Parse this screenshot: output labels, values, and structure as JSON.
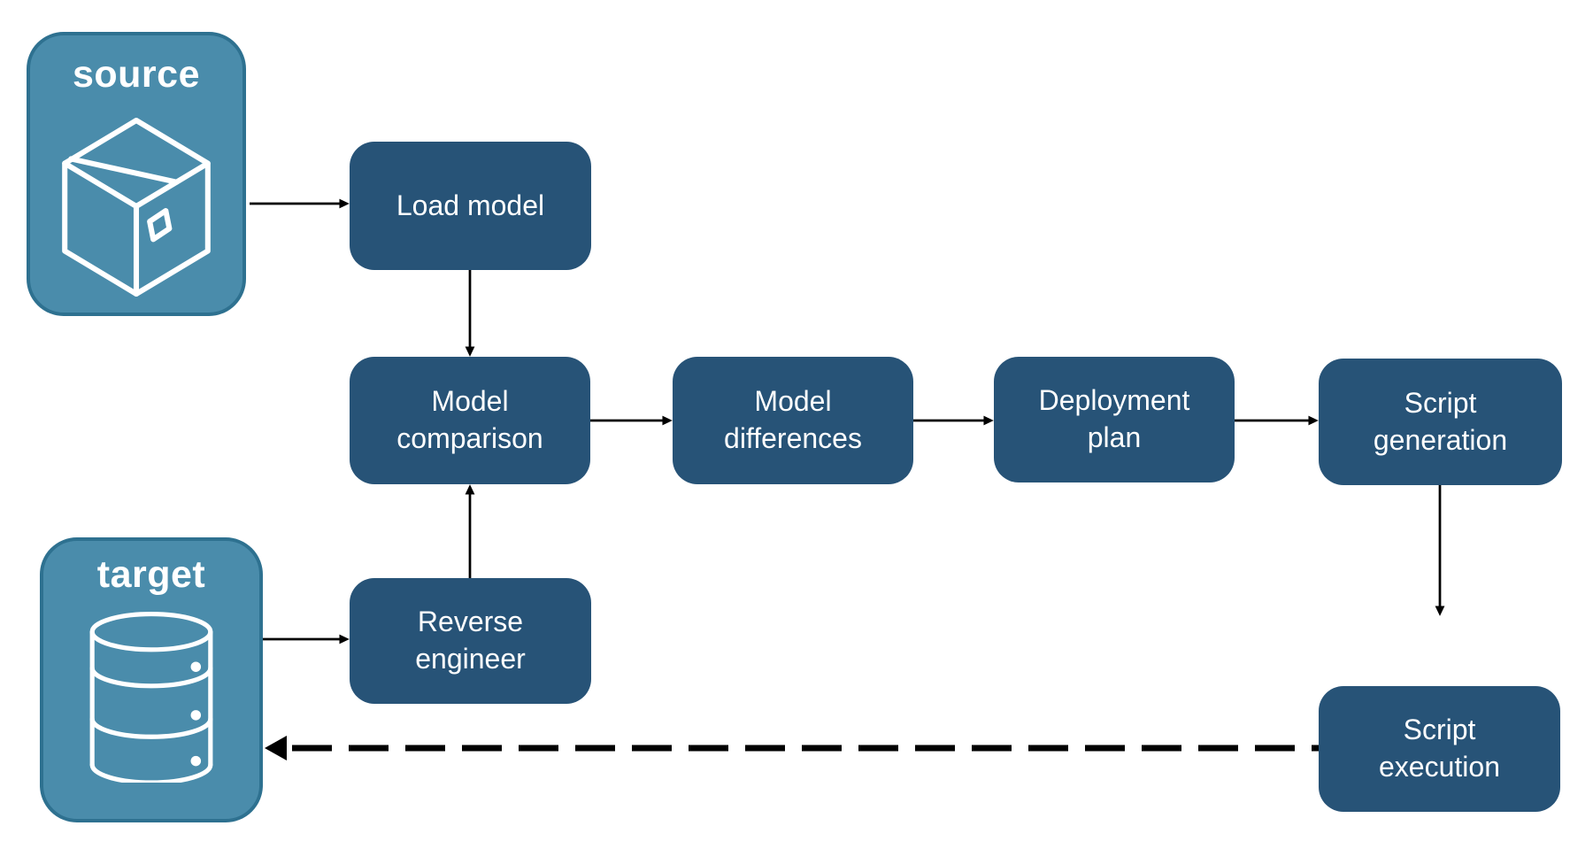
{
  "diagram": {
    "nodes": {
      "source": {
        "label": "source",
        "icon": "package-icon"
      },
      "target": {
        "label": "target",
        "icon": "database-icon"
      },
      "load_model": {
        "label": "Load model"
      },
      "model_comparison": {
        "label": "Model comparison"
      },
      "model_differences": {
        "label": "Model differences"
      },
      "deployment_plan": {
        "label": "Deployment plan"
      },
      "script_generation": {
        "label": "Script generation"
      },
      "script_execution": {
        "label": "Script execution"
      },
      "reverse_engineer": {
        "label": "Reverse engineer"
      }
    },
    "edges": [
      {
        "from": "source",
        "to": "load_model",
        "style": "solid"
      },
      {
        "from": "load_model",
        "to": "model_comparison",
        "style": "solid"
      },
      {
        "from": "target",
        "to": "reverse_engineer",
        "style": "solid"
      },
      {
        "from": "reverse_engineer",
        "to": "model_comparison",
        "style": "solid"
      },
      {
        "from": "model_comparison",
        "to": "model_differences",
        "style": "solid"
      },
      {
        "from": "model_differences",
        "to": "deployment_plan",
        "style": "solid"
      },
      {
        "from": "deployment_plan",
        "to": "script_generation",
        "style": "solid"
      },
      {
        "from": "script_generation",
        "to": "script_execution",
        "style": "solid"
      },
      {
        "from": "script_execution",
        "to": "target",
        "style": "dashed"
      }
    ],
    "colors": {
      "background": "#ffffff",
      "endpoint_fill": "#4a8cab",
      "endpoint_border": "#2e7190",
      "process_fill": "#275377",
      "label_text": "#ffffff",
      "arrow": "#000000"
    }
  }
}
